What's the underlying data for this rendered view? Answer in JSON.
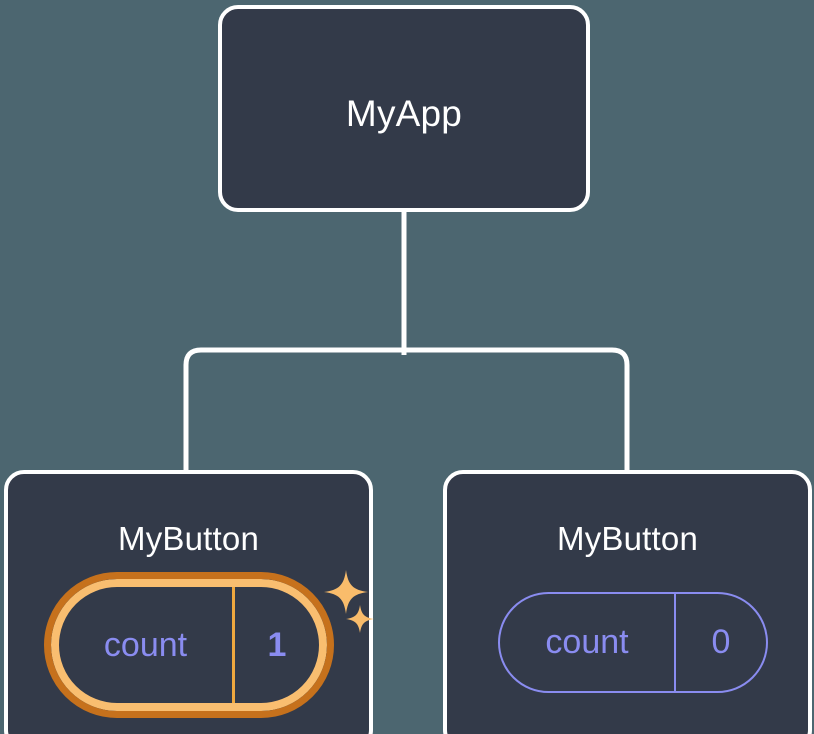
{
  "diagram": {
    "type": "component-tree",
    "background_color": "#4c6670",
    "node_fill_color": "#333a49",
    "node_border_color": "#ffffff",
    "connector_color": "#ffffff",
    "accent_purple": "#8a8cf0",
    "highlight_orange_outer": "#c6711c",
    "highlight_orange_inner": "#f9be70",
    "sparkle_color": "#f9bc6b"
  },
  "root": {
    "title": "MyApp"
  },
  "children": [
    {
      "title": "MyButton",
      "state": {
        "key": "count",
        "value": "1"
      },
      "highlighted": true,
      "sparkles": [
        {
          "name": "sparkle-large"
        },
        {
          "name": "sparkle-small"
        }
      ]
    },
    {
      "title": "MyButton",
      "state": {
        "key": "count",
        "value": "0"
      },
      "highlighted": false
    }
  ]
}
